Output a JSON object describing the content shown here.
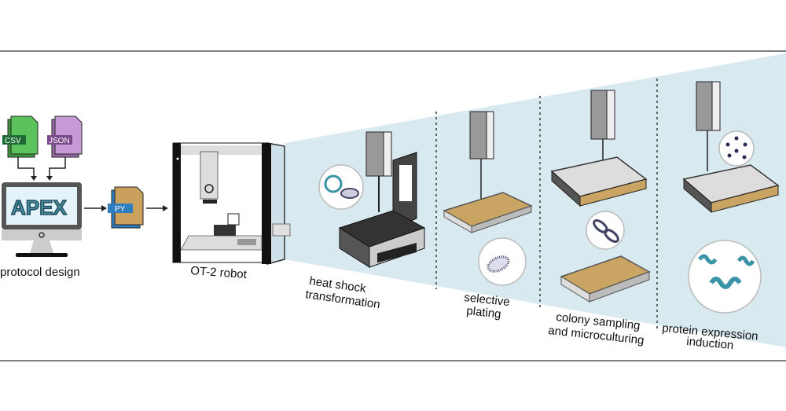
{
  "figure": {
    "files": {
      "csv": "CSV",
      "json": "JSON",
      "py": "PY"
    },
    "app_name": "APEX",
    "labels": {
      "protocol_design": "protocol design",
      "robot": "OT-2 robot",
      "heat_shock_1": "heat shock",
      "heat_shock_2": "transformation",
      "plating_1": "selective",
      "plating_2": "plating",
      "colony_1": "colony sampling",
      "colony_2": "and microculturing",
      "protein_1": "protein expression",
      "protein_2": "induction"
    },
    "colors": {
      "csv": "#5cc25c",
      "json": "#c79ad6",
      "py": "#c9a15c",
      "py_back": "#2f7fbf",
      "wedge": "#d9e9f0",
      "agar": "#c9a462",
      "protein": "#3b93a8"
    }
  }
}
